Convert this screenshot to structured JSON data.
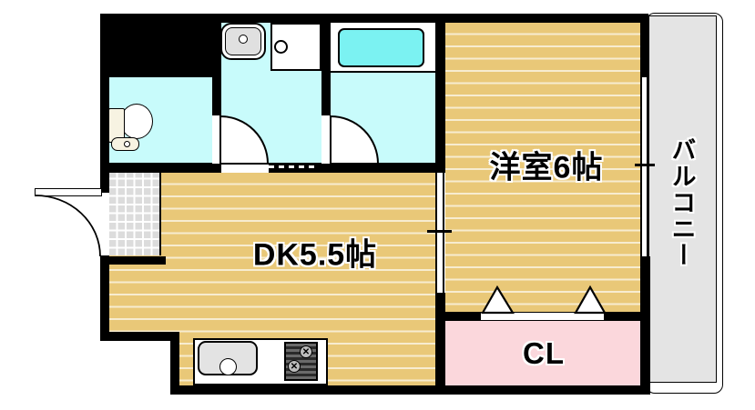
{
  "floorplan": {
    "type": "japanese-apartment-floor-plan",
    "rooms": [
      {
        "id": "dk",
        "label": "DK5.5帖"
      },
      {
        "id": "western-room",
        "label": "洋室6帖"
      },
      {
        "id": "closet",
        "label": "CL"
      },
      {
        "id": "balcony",
        "label": "バルコニー"
      }
    ],
    "unlabeled_areas": [
      "toilet-room",
      "washroom",
      "bathroom",
      "genkan-entrance"
    ],
    "fixtures": [
      "toilet",
      "wash-basin",
      "washing-machine-pan",
      "bathtub",
      "kitchen-sink",
      "gas-stove",
      "entrance-door",
      "toilet-door",
      "bathroom-door",
      "sliding-door",
      "balcony-window",
      "closet-folding-door",
      "genkan-tiles"
    ],
    "colors": {
      "wall": "#000000",
      "wood_floor": "#e9c878",
      "floor_stripe": "#ffffff",
      "wet_area": "#c8fbfb",
      "bathtub": "#7bf2f2",
      "closet": "#fbd7dc",
      "balcony": "#e4e4e4",
      "genkan_tile": "#dcdcdc",
      "background": "#ffffff"
    }
  }
}
